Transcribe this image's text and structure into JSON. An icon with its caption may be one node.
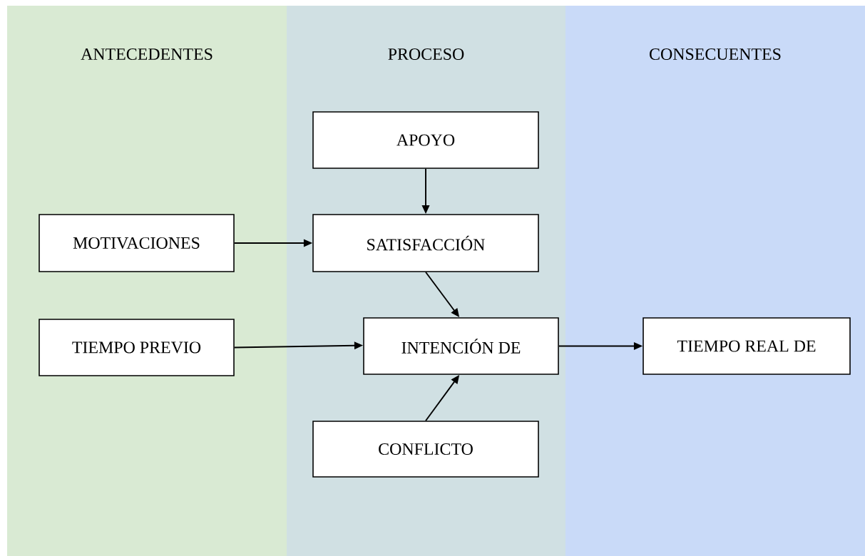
{
  "diagram": {
    "nodes": [
      {
        "text": [
          "ANTECEDENTES"
        ]
      },
      {
        "text": [
          "PROCESO"
        ]
      },
      {
        "text": [
          "CONSECUENTES"
        ]
      },
      {
        "text": [
          "APOYO"
        ],
        "in": 1
      },
      {
        "text": [
          "MOTIVACIONES"
        ],
        "in": 0
      },
      {
        "text": [
          "SATISFACCIÓN"
        ],
        "in": 1
      },
      {
        "text": [
          "TIEMPO PREVIO"
        ],
        "in": 0
      },
      {
        "text": [
          "INTENCIÓN DE"
        ],
        "in": 1
      },
      {
        "text": [
          "TIEMPO REAL DE"
        ],
        "in": 2
      },
      {
        "text": [
          "CONFLICTO"
        ],
        "in": 1
      }
    ],
    "edges": [
      {
        "from": 3,
        "to": 5,
        "arrow": "to"
      },
      {
        "from": 4,
        "to": 5,
        "arrow": "to"
      },
      {
        "from": 5,
        "to": 7,
        "arrow": "to"
      },
      {
        "from": 6,
        "to": 7,
        "arrow": "to"
      },
      {
        "from": 7,
        "to": 8,
        "arrow": "to"
      },
      {
        "from": 9,
        "to": 7,
        "arrow": "to"
      }
    ]
  }
}
